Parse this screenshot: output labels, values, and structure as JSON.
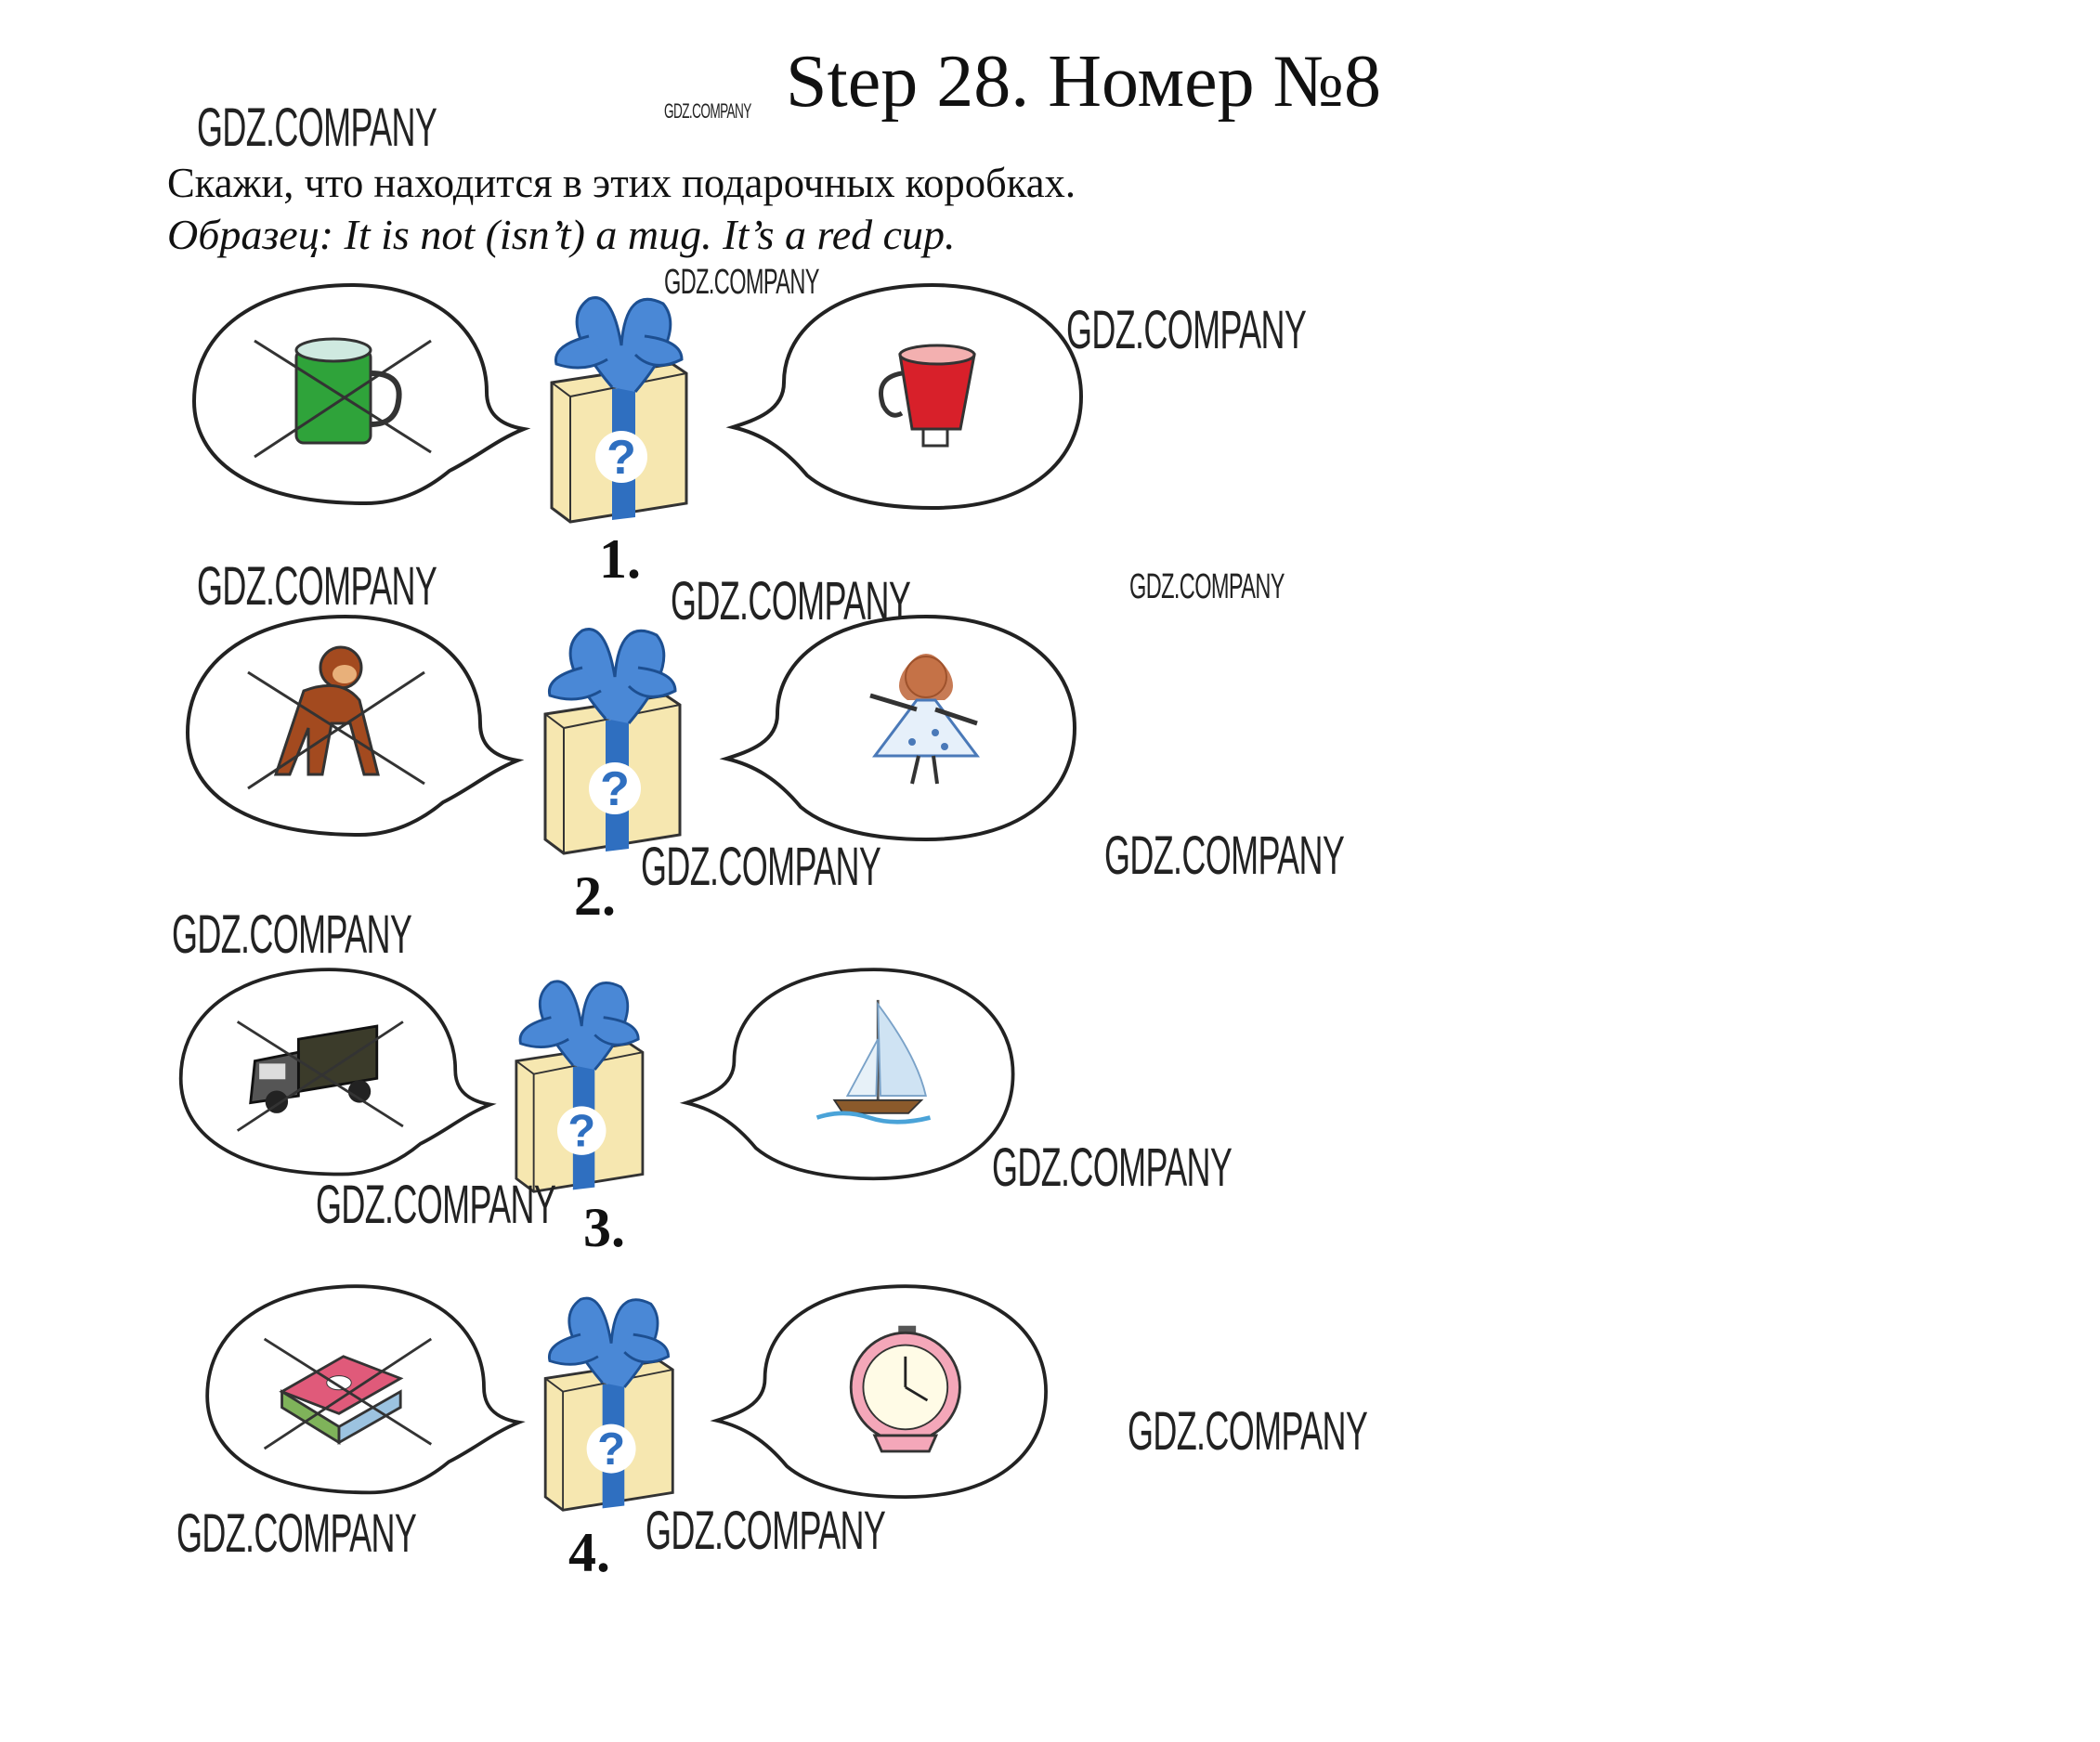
{
  "header": {
    "title": "Step 28. Номер №8",
    "instruction": "Скажи, что находится в этих подарочных коробках.",
    "sample": "Образец: It is not (isn’t) a mug. It’s a red cup."
  },
  "watermark_text": "GDZ.COMPANY",
  "rows": [
    {
      "number": "1.",
      "crossed_item": "green-mug-icon",
      "answer_item": "red-cup-icon"
    },
    {
      "number": "2.",
      "crossed_item": "monkey-icon",
      "answer_item": "doll-icon"
    },
    {
      "number": "3.",
      "crossed_item": "truck-icon",
      "answer_item": "sailboat-icon"
    },
    {
      "number": "4.",
      "crossed_item": "books-icon",
      "answer_item": "alarm-clock-icon"
    }
  ],
  "colors": {
    "gift_blue": "#2f6fc0",
    "gift_box": "#f6e7b0",
    "mug_green": "#2fa33a",
    "cup_red": "#d8202a"
  }
}
